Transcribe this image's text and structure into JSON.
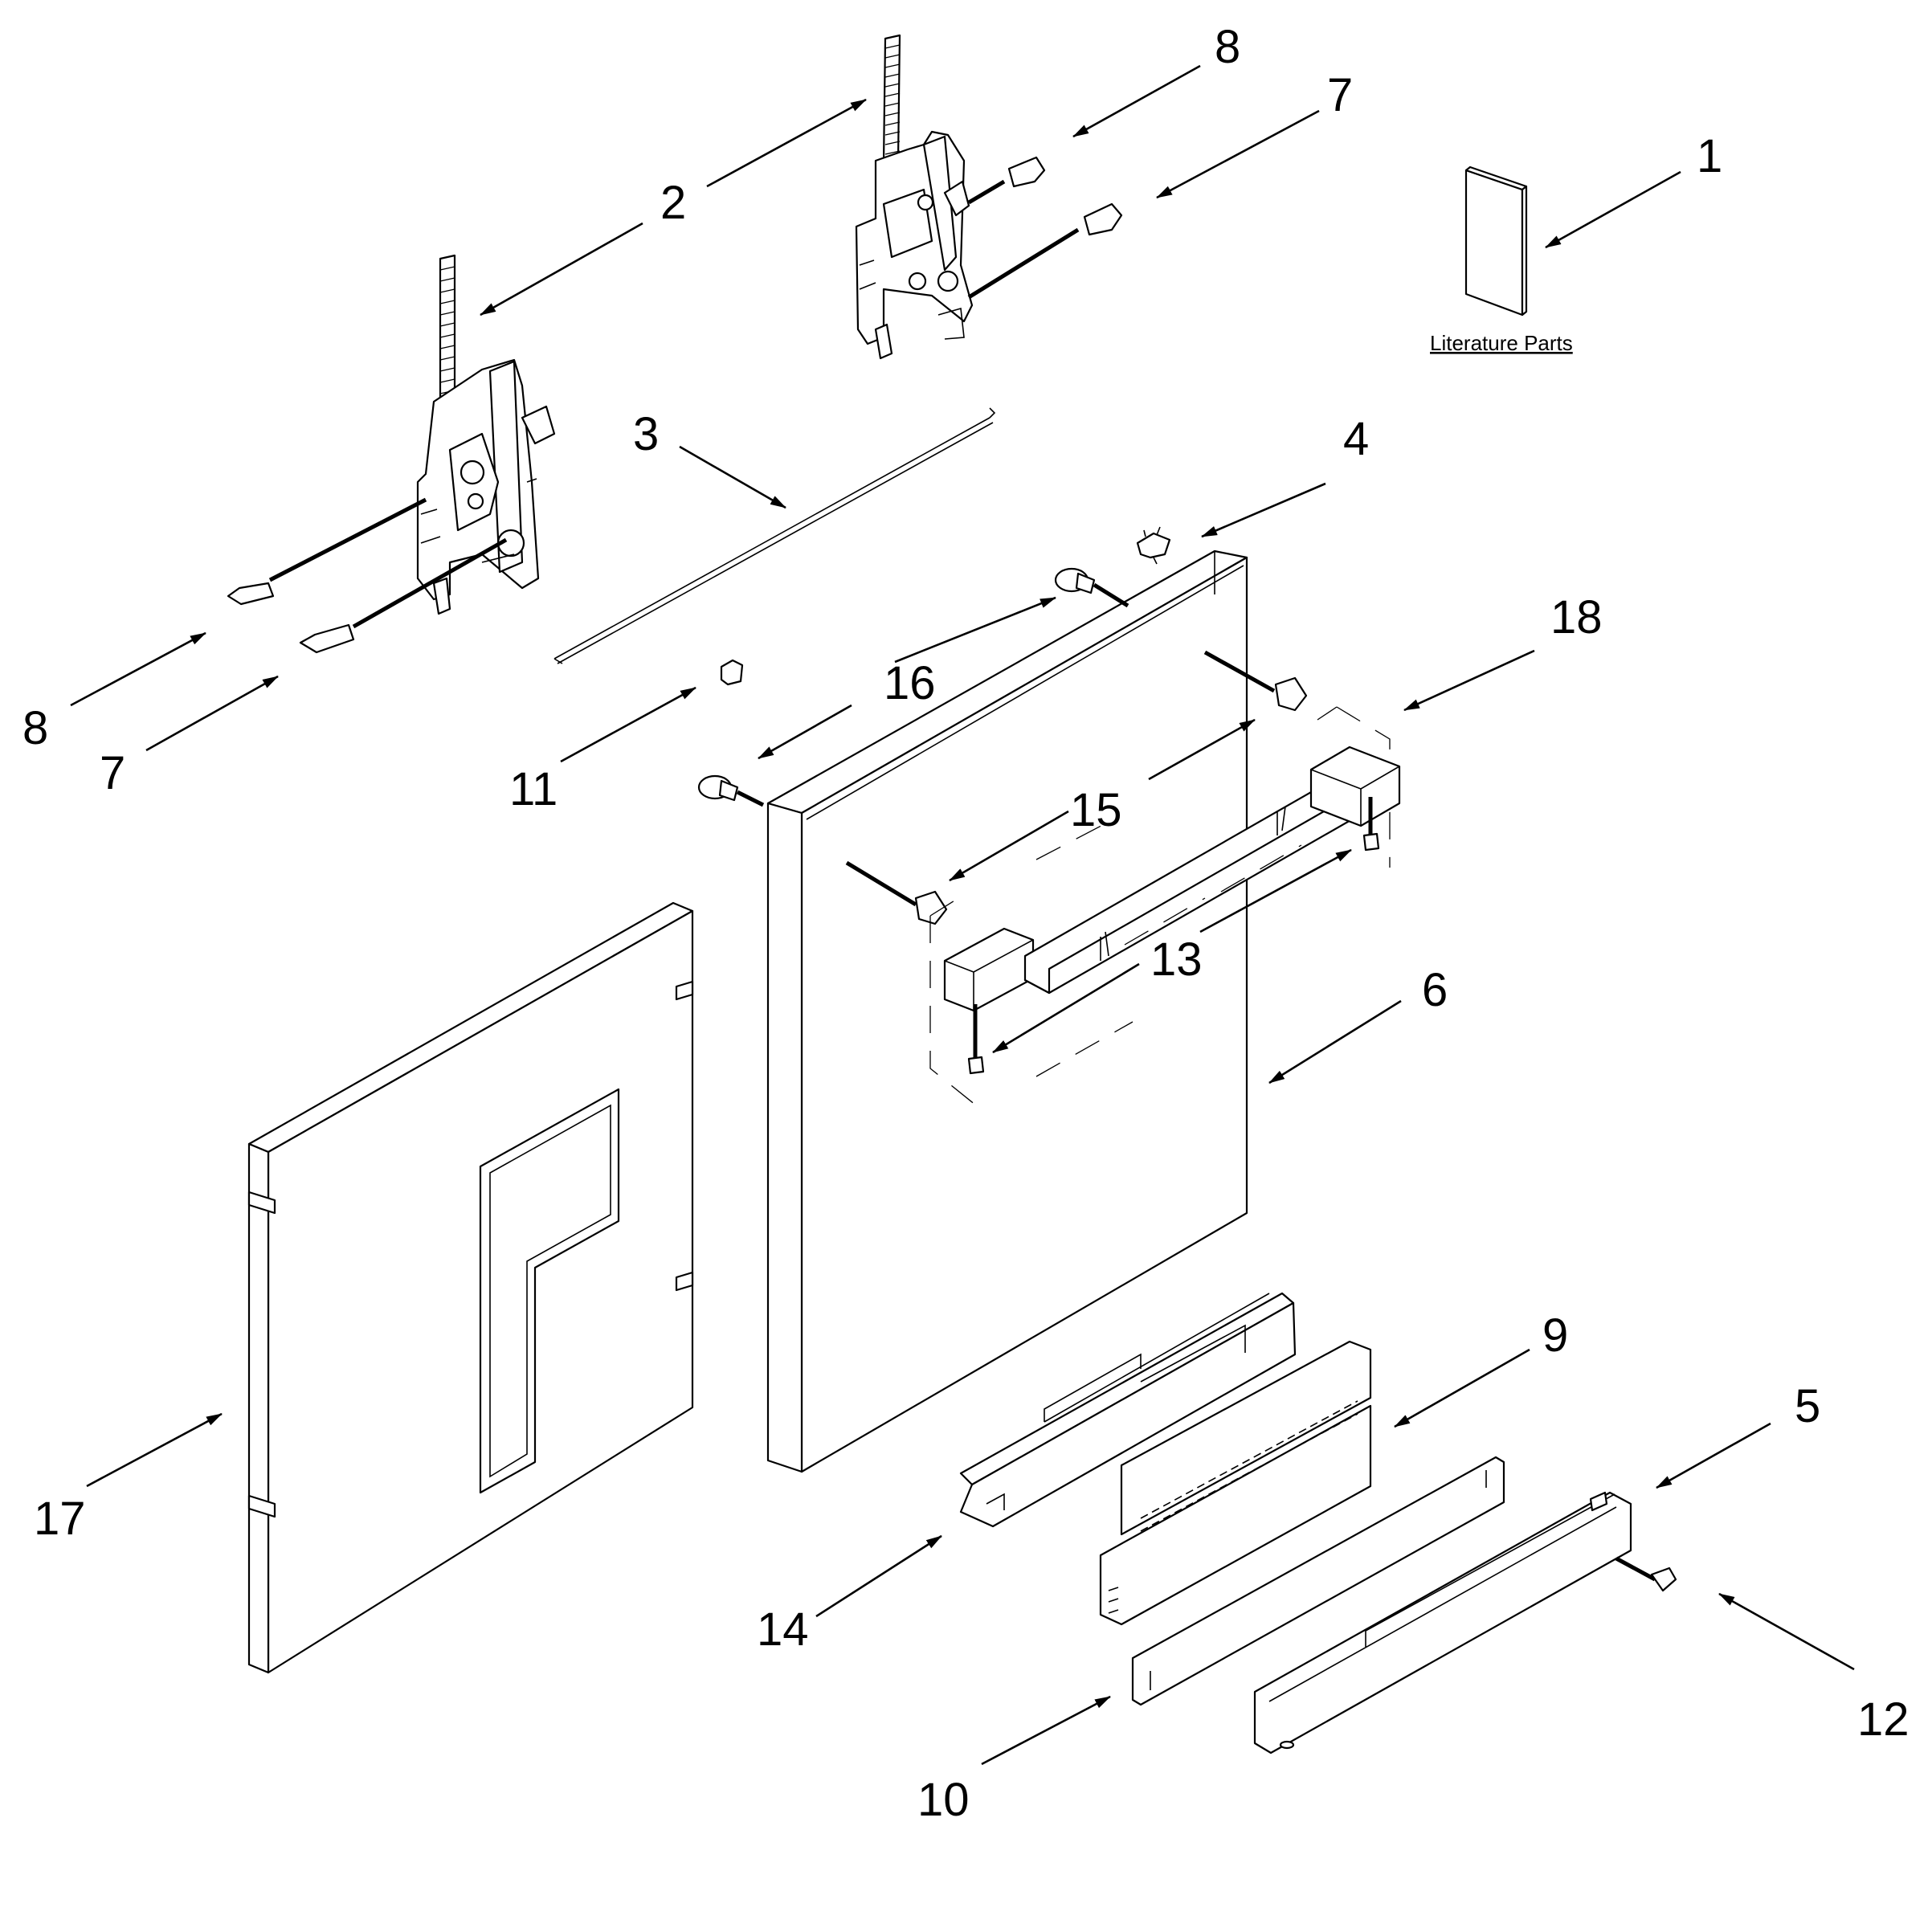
{
  "diagram": {
    "literature_label": "Literature Parts",
    "callouts": [
      {
        "id": "c1",
        "label": "1"
      },
      {
        "id": "c2",
        "label": "2"
      },
      {
        "id": "c3",
        "label": "3"
      },
      {
        "id": "c4",
        "label": "4"
      },
      {
        "id": "c5",
        "label": "5"
      },
      {
        "id": "c6",
        "label": "6"
      },
      {
        "id": "c7a",
        "label": "7"
      },
      {
        "id": "c7b",
        "label": "7"
      },
      {
        "id": "c8a",
        "label": "8"
      },
      {
        "id": "c8b",
        "label": "8"
      },
      {
        "id": "c9",
        "label": "9"
      },
      {
        "id": "c10",
        "label": "10"
      },
      {
        "id": "c11",
        "label": "11"
      },
      {
        "id": "c12",
        "label": "12"
      },
      {
        "id": "c13",
        "label": "13"
      },
      {
        "id": "c14",
        "label": "14"
      },
      {
        "id": "c15",
        "label": "15"
      },
      {
        "id": "c16",
        "label": "16"
      },
      {
        "id": "c17",
        "label": "17"
      },
      {
        "id": "c18",
        "label": "18"
      }
    ]
  }
}
